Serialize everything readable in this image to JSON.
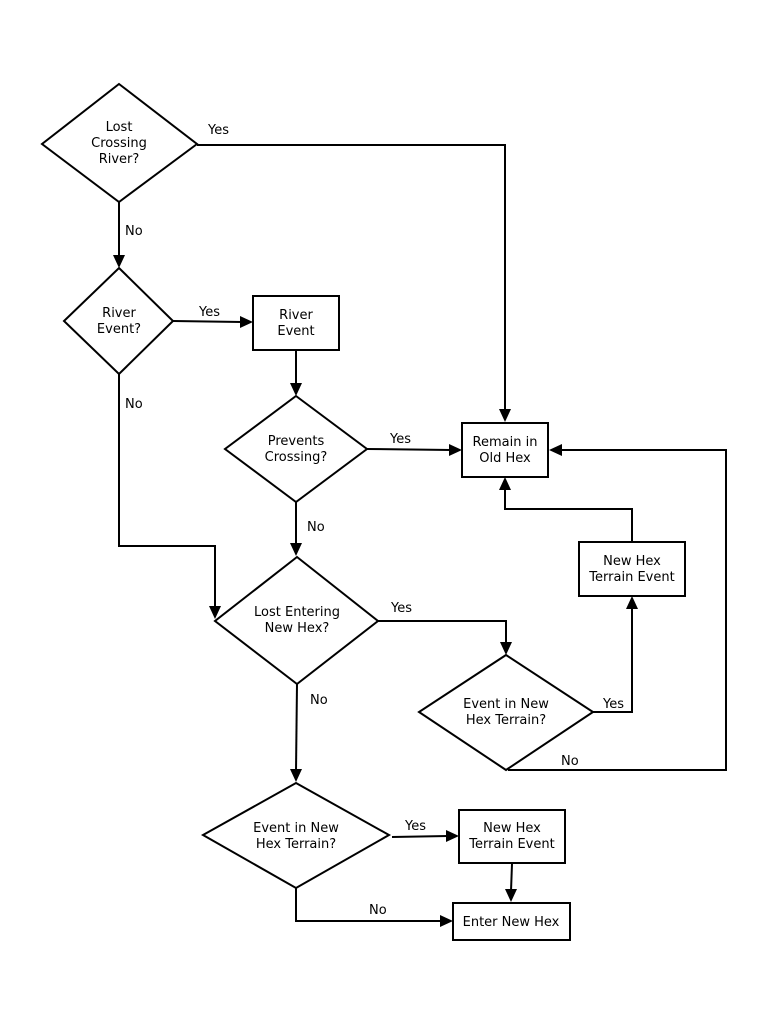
{
  "nodes": {
    "lost_crossing_river": {
      "shape": "decision",
      "lines": [
        "Lost",
        "Crossing",
        "River?"
      ]
    },
    "river_event_q": {
      "shape": "decision",
      "lines": [
        "River",
        "Event?"
      ]
    },
    "river_event": {
      "shape": "process",
      "lines": [
        "River",
        "Event"
      ]
    },
    "prevents_crossing": {
      "shape": "decision",
      "lines": [
        "Prevents",
        "Crossing?"
      ]
    },
    "remain_old_hex": {
      "shape": "process",
      "lines": [
        "Remain in",
        "Old Hex"
      ]
    },
    "lost_entering_new_hex": {
      "shape": "decision",
      "lines": [
        "Lost Entering",
        "New Hex?"
      ]
    },
    "event_terrain_right": {
      "shape": "decision",
      "lines": [
        "Event in New",
        "Hex Terrain?"
      ]
    },
    "terrain_event_right": {
      "shape": "process",
      "lines": [
        "New Hex",
        "Terrain Event"
      ]
    },
    "event_terrain_bottom": {
      "shape": "decision",
      "lines": [
        "Event in New",
        "Hex Terrain?"
      ]
    },
    "terrain_event_bottom": {
      "shape": "process",
      "lines": [
        "New Hex",
        "Terrain Event"
      ]
    },
    "enter_new_hex": {
      "shape": "process",
      "lines": [
        "Enter New Hex"
      ]
    }
  },
  "edges": [
    {
      "id": "e1",
      "from": "lost_crossing_river",
      "to": "remain_old_hex",
      "label": "Yes"
    },
    {
      "id": "e2",
      "from": "lost_crossing_river",
      "to": "river_event_q",
      "label": "No"
    },
    {
      "id": "e3",
      "from": "river_event_q",
      "to": "river_event",
      "label": "Yes"
    },
    {
      "id": "e4",
      "from": "river_event_q",
      "to": "lost_entering_new_hex",
      "label": "No"
    },
    {
      "id": "e5",
      "from": "river_event",
      "to": "prevents_crossing",
      "label": ""
    },
    {
      "id": "e6",
      "from": "prevents_crossing",
      "to": "remain_old_hex",
      "label": "Yes"
    },
    {
      "id": "e7",
      "from": "prevents_crossing",
      "to": "lost_entering_new_hex",
      "label": "No"
    },
    {
      "id": "e8",
      "from": "lost_entering_new_hex",
      "to": "event_terrain_right",
      "label": "Yes"
    },
    {
      "id": "e9",
      "from": "lost_entering_new_hex",
      "to": "event_terrain_bottom",
      "label": "No"
    },
    {
      "id": "e10",
      "from": "event_terrain_right",
      "to": "terrain_event_right",
      "label": "Yes"
    },
    {
      "id": "e11",
      "from": "event_terrain_right",
      "to": "remain_old_hex",
      "label": "No"
    },
    {
      "id": "e12",
      "from": "terrain_event_right",
      "to": "remain_old_hex",
      "label": ""
    },
    {
      "id": "e13",
      "from": "event_terrain_bottom",
      "to": "terrain_event_bottom",
      "label": "Yes"
    },
    {
      "id": "e14",
      "from": "event_terrain_bottom",
      "to": "enter_new_hex",
      "label": "No"
    },
    {
      "id": "e15",
      "from": "terrain_event_bottom",
      "to": "enter_new_hex",
      "label": ""
    }
  ]
}
